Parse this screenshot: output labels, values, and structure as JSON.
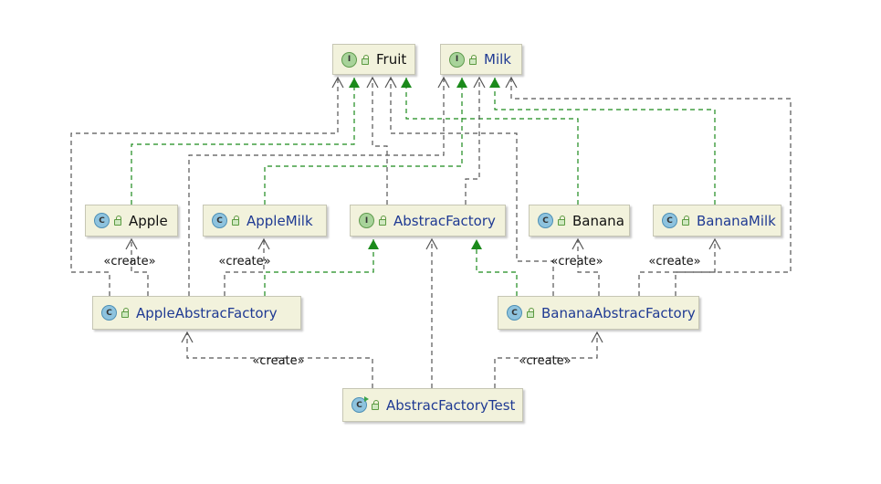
{
  "diagram": {
    "nodes": [
      {
        "id": "fruit",
        "kind": "interface",
        "badge": "I",
        "label": "Fruit",
        "label_color": "black"
      },
      {
        "id": "milk",
        "kind": "interface",
        "badge": "I",
        "label": "Milk",
        "label_color": "blue"
      },
      {
        "id": "apple",
        "kind": "class",
        "badge": "C",
        "label": "Apple",
        "label_color": "black"
      },
      {
        "id": "applemilk",
        "kind": "class",
        "badge": "C",
        "label": "AppleMilk",
        "label_color": "blue"
      },
      {
        "id": "abstracfactory",
        "kind": "interface",
        "badge": "I",
        "label": "AbstracFactory",
        "label_color": "blue"
      },
      {
        "id": "banana",
        "kind": "class",
        "badge": "C",
        "label": "Banana",
        "label_color": "black"
      },
      {
        "id": "bananamilk",
        "kind": "class",
        "badge": "C",
        "label": "BananaMilk",
        "label_color": "blue"
      },
      {
        "id": "appleabstracfactory",
        "kind": "class",
        "badge": "C",
        "label": "AppleAbstracFactory",
        "label_color": "blue"
      },
      {
        "id": "bananaabstracfactory",
        "kind": "class",
        "badge": "C",
        "label": "BananaAbstracFactory",
        "label_color": "blue"
      },
      {
        "id": "abstracfactorytest",
        "kind": "runnable-class",
        "badge": "C",
        "label": "AbstracFactoryTest",
        "label_color": "blue"
      }
    ],
    "edges": [
      {
        "from": "apple",
        "to": "fruit",
        "type": "implements"
      },
      {
        "from": "banana",
        "to": "fruit",
        "type": "implements"
      },
      {
        "from": "applemilk",
        "to": "milk",
        "type": "implements"
      },
      {
        "from": "bananamilk",
        "to": "milk",
        "type": "implements"
      },
      {
        "from": "appleabstracfactory",
        "to": "abstracfactory",
        "type": "implements"
      },
      {
        "from": "bananaabstracfactory",
        "to": "abstracfactory",
        "type": "implements"
      },
      {
        "from": "appleabstracfactory",
        "to": "fruit",
        "type": "depends"
      },
      {
        "from": "abstracfactory",
        "to": "fruit",
        "type": "depends"
      },
      {
        "from": "bananaabstracfactory",
        "to": "fruit",
        "type": "depends"
      },
      {
        "from": "appleabstracfactory",
        "to": "milk",
        "type": "depends"
      },
      {
        "from": "abstracfactory",
        "to": "milk",
        "type": "depends"
      },
      {
        "from": "bananaabstracfactory",
        "to": "milk",
        "type": "depends"
      },
      {
        "from": "appleabstracfactory",
        "to": "apple",
        "type": "create",
        "label": "«create»"
      },
      {
        "from": "appleabstracfactory",
        "to": "applemilk",
        "type": "create",
        "label": "«create»"
      },
      {
        "from": "bananaabstracfactory",
        "to": "banana",
        "type": "create",
        "label": "«create»"
      },
      {
        "from": "bananaabstracfactory",
        "to": "bananamilk",
        "type": "create",
        "label": "«create»"
      },
      {
        "from": "abstracfactorytest",
        "to": "appleabstracfactory",
        "type": "create",
        "label": "«create»"
      },
      {
        "from": "abstracfactorytest",
        "to": "bananaabstracfactory",
        "type": "create",
        "label": "«create»"
      },
      {
        "from": "abstracfactorytest",
        "to": "abstracfactory",
        "type": "depends"
      }
    ],
    "colors": {
      "node_fill": "#f2f2dc",
      "implements_edge": "#1b8a1b",
      "depends_edge": "#555555",
      "blue_label": "#1f3a93"
    }
  }
}
